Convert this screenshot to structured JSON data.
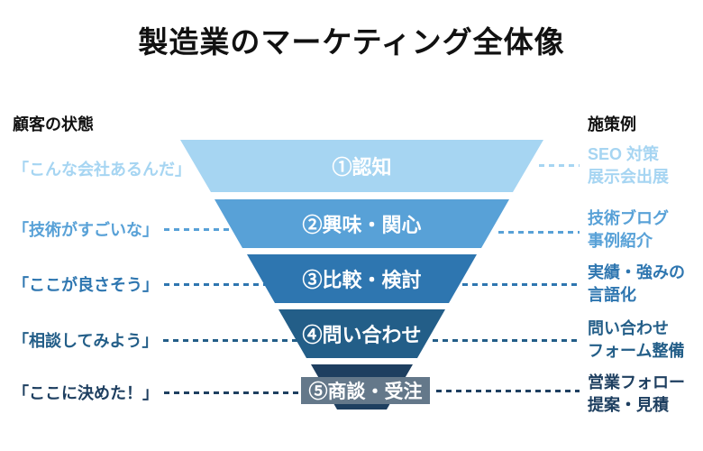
{
  "title": "製造業のマーケティング全体像",
  "left_column": {
    "header": "顧客の状態",
    "items": [
      {
        "label": "「こんな会社あるんだ」",
        "color": "#A6D5F2"
      },
      {
        "label": "「技術がすごいな」",
        "color": "#58A1D7"
      },
      {
        "label": "「ここが良さそう」",
        "color": "#2E76B0"
      },
      {
        "label": "「相談してみよう」",
        "color": "#235E88"
      },
      {
        "label": "「ここに決めた！」",
        "color": "#1E3F60"
      }
    ]
  },
  "funnel": {
    "stages": [
      {
        "label": "①認知",
        "color": "#A6D5F2"
      },
      {
        "label": "②興味・関心",
        "color": "#58A1D7"
      },
      {
        "label": "③比較・検討",
        "color": "#2E76B0"
      },
      {
        "label": "④問い合わせ",
        "color": "#235E88"
      },
      {
        "label": "⑤商談・受注",
        "color": "#1E3F60",
        "badge_color": "#64788A"
      }
    ]
  },
  "right_column": {
    "header": "施策例",
    "items": [
      {
        "lines": [
          "SEO 対策",
          "展示会出展"
        ],
        "color": "#A6D5F2"
      },
      {
        "lines": [
          "技術ブログ",
          "事例紹介"
        ],
        "color": "#58A1D7"
      },
      {
        "lines": [
          "実績・強みの",
          "言語化"
        ],
        "color": "#2E76B0"
      },
      {
        "lines": [
          "問い合わせ",
          "フォーム整備"
        ],
        "color": "#235E88"
      },
      {
        "lines": [
          "営業フォロー",
          "提案・見積"
        ],
        "color": "#1E3F60"
      }
    ]
  }
}
